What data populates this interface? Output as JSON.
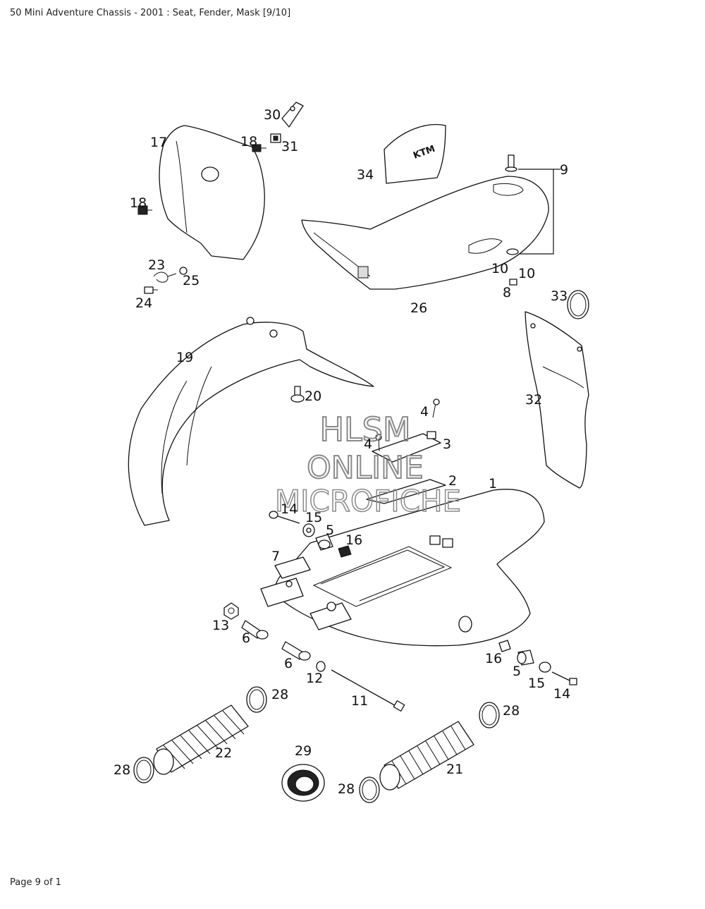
{
  "header": {
    "title": "50 Mini Adventure Chassis - 2001 : Seat, Fender, Mask [9/10]"
  },
  "footer": {
    "page_label": "Page 9 of 1"
  },
  "watermark": {
    "line1": "HLSM",
    "line2": "ONLINE",
    "line3": "MICROFICHE",
    "color": "#8a8a8a"
  },
  "seat_decal_text": "KTM",
  "callouts": {
    "c1": "1",
    "c2": "2",
    "c3": "3",
    "c4a": "4",
    "c4b": "4",
    "c5a": "5",
    "c5b": "5",
    "c6a": "6",
    "c6b": "6",
    "c7": "7",
    "c8": "8",
    "c9": "9",
    "c10a": "10",
    "c10b": "10",
    "c11": "11",
    "c12": "12",
    "c13": "13",
    "c14a": "14",
    "c14b": "14",
    "c15a": "15",
    "c15b": "15",
    "c16a": "16",
    "c16b": "16",
    "c17": "17",
    "c18a": "18",
    "c18b": "18",
    "c19": "19",
    "c20": "20",
    "c21": "21",
    "c22": "22",
    "c23": "23",
    "c24": "24",
    "c25": "25",
    "c26": "26",
    "c28a": "28",
    "c28b": "28",
    "c28c": "28",
    "c28d": "28",
    "c29": "29",
    "c30": "30",
    "c31": "31",
    "c32": "32",
    "c33": "33",
    "c34": "34"
  }
}
